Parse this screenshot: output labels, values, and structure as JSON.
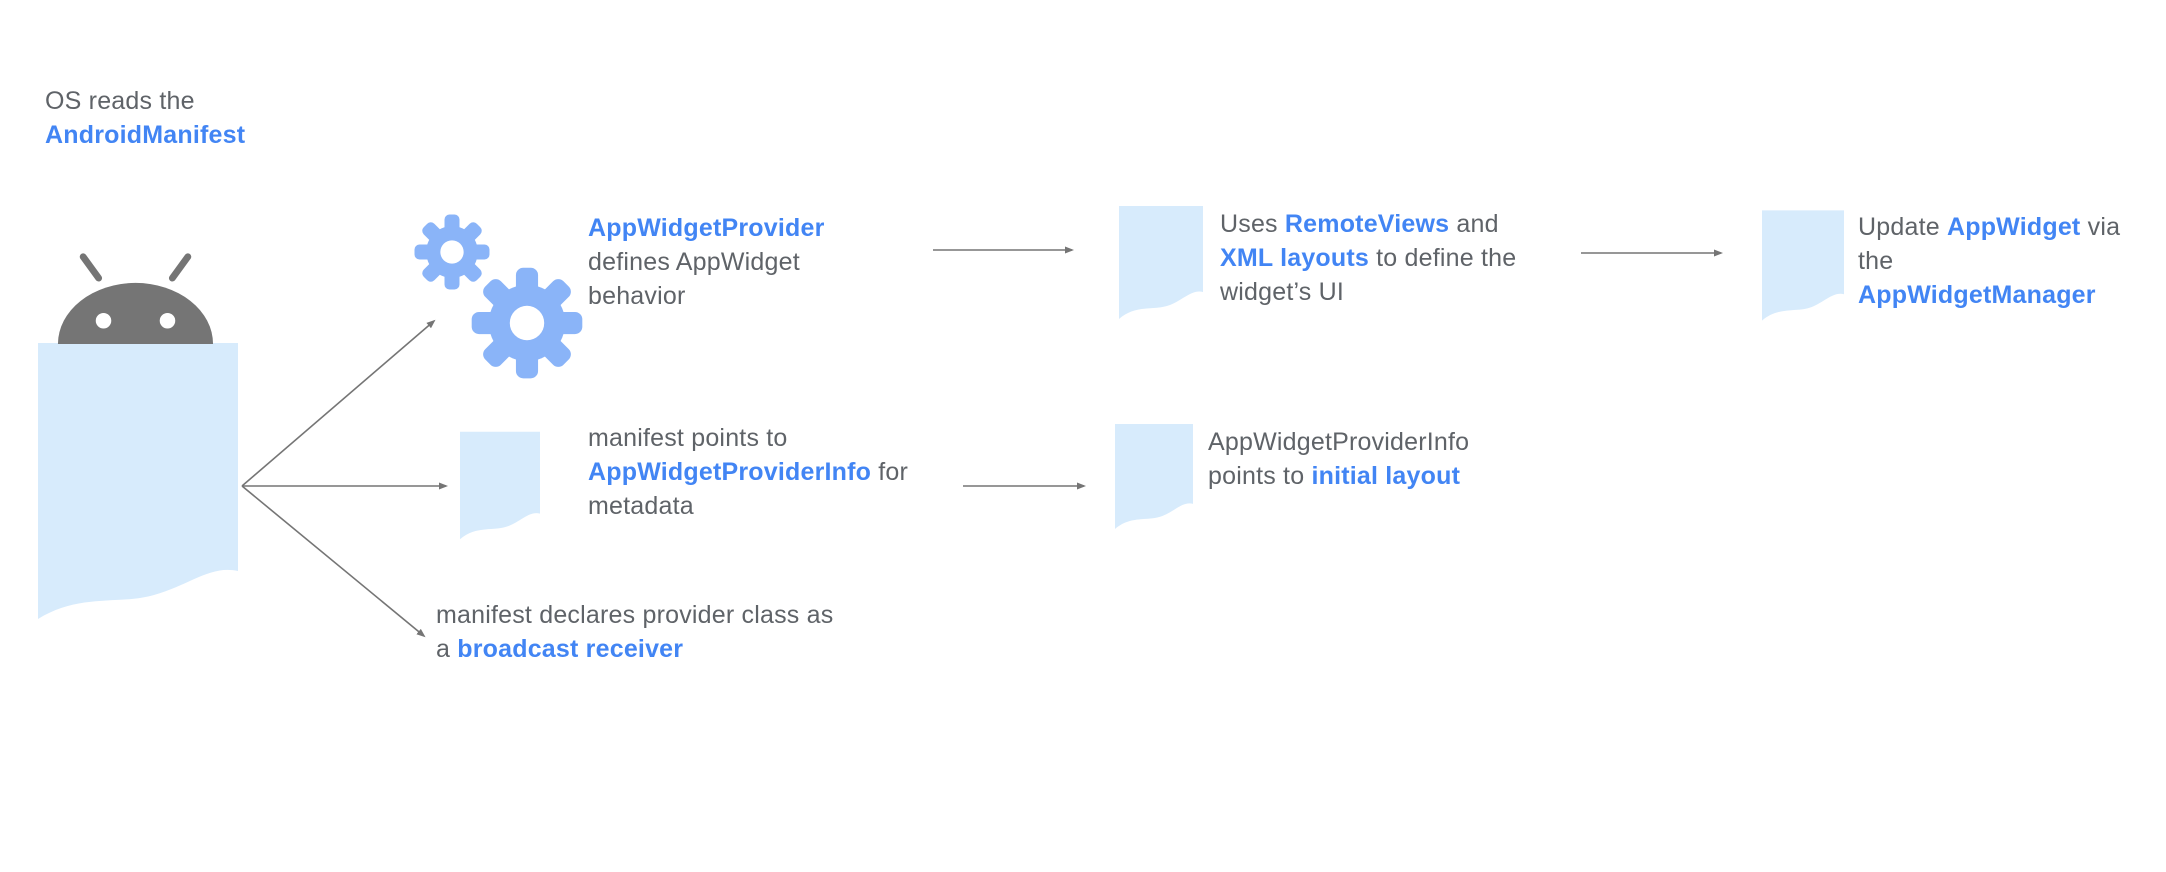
{
  "title": "AppWidget architecture flow diagram",
  "colors": {
    "background": "#ffffff",
    "text_gray": "#5f6368",
    "accent_blue": "#4285f4",
    "doc_fill": "#d7ebfc",
    "gear_fill": "#8ab4f8",
    "robot_gray": "#757575",
    "arrow": "#757575"
  },
  "icons": {
    "android_robot": "android-robot-head",
    "manifest_document": "large-light-blue-document",
    "gears": "two-blue-gears",
    "document": "small-light-blue-document-with-wavy-bottom"
  },
  "nodes": {
    "os_manifest": {
      "segments": [
        {
          "text": "OS reads the"
        },
        {
          "br": true
        },
        {
          "text": "AndroidManifest",
          "blue": true
        }
      ]
    },
    "provider": {
      "segments": [
        {
          "text": "AppWidgetProvider",
          "blue": true
        },
        {
          "br": true
        },
        {
          "text": "defines AppWidget"
        },
        {
          "br": true
        },
        {
          "text": "behavior"
        }
      ]
    },
    "remoteviews": {
      "segments": [
        {
          "text": "Uses "
        },
        {
          "text": "RemoteViews",
          "blue": true
        },
        {
          "text": " and"
        },
        {
          "br": true
        },
        {
          "text": "XML layouts",
          "blue": true
        },
        {
          "text": " to define the"
        },
        {
          "br": true
        },
        {
          "text": "widget’s UI"
        }
      ]
    },
    "update_manager": {
      "segments": [
        {
          "text": "Update "
        },
        {
          "text": "AppWidget",
          "blue": true
        },
        {
          "text": " via"
        },
        {
          "br": true
        },
        {
          "text": "the"
        },
        {
          "br": true
        },
        {
          "text": "AppWidgetManager",
          "blue": true
        }
      ]
    },
    "manifest_metadata": {
      "segments": [
        {
          "text": "manifest points to"
        },
        {
          "br": true
        },
        {
          "text": "AppWidgetProviderInfo",
          "blue": true
        },
        {
          "text": " for"
        },
        {
          "br": true
        },
        {
          "text": "metadata"
        }
      ]
    },
    "providerinfo_layout": {
      "segments": [
        {
          "text": "AppWidgetProviderInfo"
        },
        {
          "br": true
        },
        {
          "text": "points to "
        },
        {
          "text": "initial layout",
          "blue": true
        }
      ]
    },
    "broadcast_receiver": {
      "segments": [
        {
          "text": "manifest declares provider class as"
        },
        {
          "br": true
        },
        {
          "text": "a "
        },
        {
          "text": "broadcast receiver",
          "blue": true
        }
      ]
    }
  }
}
